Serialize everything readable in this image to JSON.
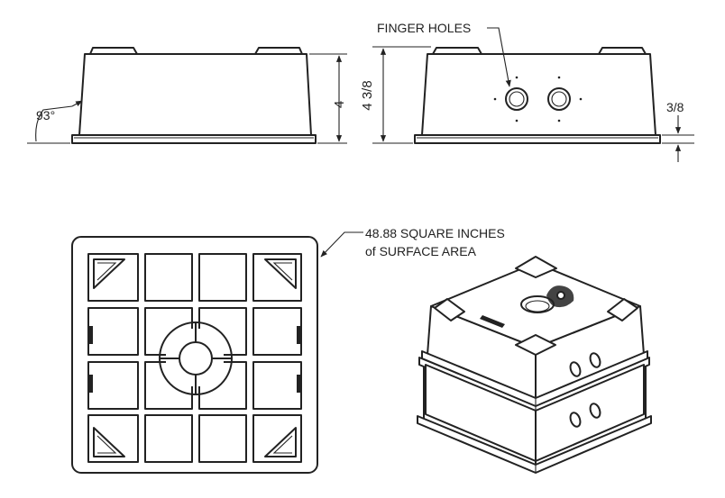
{
  "labels": {
    "angle": "93°",
    "height_left": "4",
    "height_right": "4 3/8",
    "base_thickness": "3/8",
    "finger_holes": "FINGER HOLES",
    "surface_line1": "48.88 SQUARE INCHES",
    "surface_line2": "of SURFACE AREA"
  }
}
